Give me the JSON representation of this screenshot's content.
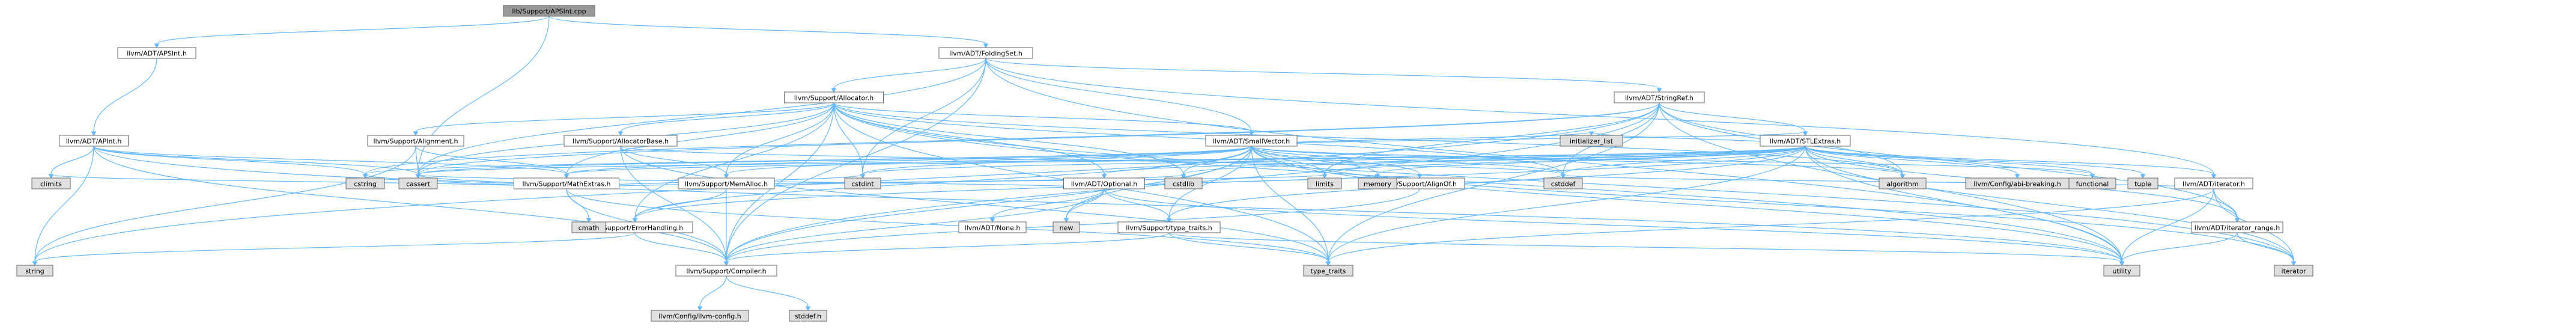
{
  "graph": {
    "colors": {
      "edge": "#63b8ff",
      "root_fill": "#999999",
      "node_fill": "#ffffff",
      "system_fill": "#e0e0e0",
      "node_border": "#666666"
    },
    "nodes": [
      {
        "id": "root",
        "label": "lib/Support/APSInt.cpp",
        "kind": "root"
      },
      {
        "id": "apsint_h",
        "label": "llvm/ADT/APSInt.h",
        "kind": "file"
      },
      {
        "id": "foldingset",
        "label": "llvm/ADT/FoldingSet.h",
        "kind": "file"
      },
      {
        "id": "apint",
        "label": "llvm/ADT/APInt.h",
        "kind": "file"
      },
      {
        "id": "allocator",
        "label": "llvm/Support/Allocator.h",
        "kind": "file"
      },
      {
        "id": "stringref",
        "label": "llvm/ADT/StringRef.h",
        "kind": "file"
      },
      {
        "id": "alignment",
        "label": "llvm/Support/Alignment.h",
        "kind": "file"
      },
      {
        "id": "allocatorbase",
        "label": "llvm/Support/AllocatorBase.h",
        "kind": "file"
      },
      {
        "id": "smallvector",
        "label": "llvm/ADT/SmallVector.h",
        "kind": "file"
      },
      {
        "id": "stlextras",
        "label": "llvm/ADT/STLExtras.h",
        "kind": "file"
      },
      {
        "id": "mathextras",
        "label": "llvm/Support/MathExtras.h",
        "kind": "file"
      },
      {
        "id": "memalloc",
        "label": "llvm/Support/MemAlloc.h",
        "kind": "file"
      },
      {
        "id": "optional",
        "label": "llvm/ADT/Optional.h",
        "kind": "file"
      },
      {
        "id": "alignof",
        "label": "llvm/Support/AlignOf.h",
        "kind": "file"
      },
      {
        "id": "iterator",
        "label": "llvm/ADT/iterator.h",
        "kind": "file"
      },
      {
        "id": "none",
        "label": "llvm/ADT/None.h",
        "kind": "file"
      },
      {
        "id": "typetraits",
        "label": "llvm/Support/type_traits.h",
        "kind": "file"
      },
      {
        "id": "errorhandling",
        "label": "llvm/Support/ErrorHandling.h",
        "kind": "file"
      },
      {
        "id": "iterator_range",
        "label": "llvm/ADT/iterator_range.h",
        "kind": "file"
      },
      {
        "id": "compiler",
        "label": "llvm/Support/Compiler.h",
        "kind": "file"
      },
      {
        "id": "llvmconfig",
        "label": "llvm/Config/llvm-config.h",
        "kind": "system"
      },
      {
        "id": "stddef_h",
        "label": "stddef.h",
        "kind": "system"
      },
      {
        "id": "abibreaking",
        "label": "llvm/Config/abi-breaking.h",
        "kind": "system"
      },
      {
        "id": "climits",
        "label": "climits",
        "kind": "system"
      },
      {
        "id": "cstring",
        "label": "cstring",
        "kind": "system"
      },
      {
        "id": "cassert",
        "label": "cassert",
        "kind": "system"
      },
      {
        "id": "cmath",
        "label": "cmath",
        "kind": "system"
      },
      {
        "id": "cstdint",
        "label": "cstdint",
        "kind": "system"
      },
      {
        "id": "new",
        "label": "new",
        "kind": "system"
      },
      {
        "id": "cstdlib",
        "label": "cstdlib",
        "kind": "system"
      },
      {
        "id": "limits",
        "label": "limits",
        "kind": "system"
      },
      {
        "id": "memory",
        "label": "memory",
        "kind": "system"
      },
      {
        "id": "initializer_list",
        "label": "initializer_list",
        "kind": "system"
      },
      {
        "id": "cstddef",
        "label": "cstddef",
        "kind": "system"
      },
      {
        "id": "functional",
        "label": "functional",
        "kind": "system"
      },
      {
        "id": "tuple",
        "label": "tuple",
        "kind": "system"
      },
      {
        "id": "algorithm",
        "label": "algorithm",
        "kind": "system"
      },
      {
        "id": "string",
        "label": "string",
        "kind": "system"
      },
      {
        "id": "type_traits",
        "label": "type_traits",
        "kind": "system"
      },
      {
        "id": "utility",
        "label": "utility",
        "kind": "system"
      },
      {
        "id": "iterator_std",
        "label": "iterator",
        "kind": "system"
      }
    ],
    "edges": [
      [
        "root",
        "apsint_h"
      ],
      [
        "root",
        "foldingset"
      ],
      [
        "root",
        "cassert"
      ],
      [
        "apsint_h",
        "apint"
      ],
      [
        "apint",
        "mathextras"
      ],
      [
        "apint",
        "cassert"
      ],
      [
        "apint",
        "climits"
      ],
      [
        "apint",
        "cstring"
      ],
      [
        "apint",
        "string"
      ],
      [
        "apint",
        "utility"
      ],
      [
        "apint",
        "compiler"
      ],
      [
        "foldingset",
        "allocator"
      ],
      [
        "foldingset",
        "smallvector"
      ],
      [
        "foldingset",
        "stringref"
      ],
      [
        "foldingset",
        "iterator"
      ],
      [
        "foldingset",
        "cassert"
      ],
      [
        "foldingset",
        "cstdint"
      ],
      [
        "foldingset",
        "utility"
      ],
      [
        "foldingset",
        "compiler"
      ],
      [
        "allocator",
        "alignment"
      ],
      [
        "allocator",
        "allocatorbase"
      ],
      [
        "allocator",
        "smallvector"
      ],
      [
        "allocator",
        "compiler"
      ],
      [
        "allocator",
        "mathextras"
      ],
      [
        "allocator",
        "memalloc"
      ],
      [
        "allocator",
        "optional"
      ],
      [
        "allocator",
        "algorithm"
      ],
      [
        "allocator",
        "cassert"
      ],
      [
        "allocator",
        "cstddef"
      ],
      [
        "allocator",
        "cstdint"
      ],
      [
        "allocator",
        "iterator_std"
      ],
      [
        "allocator",
        "type_traits"
      ],
      [
        "allocator",
        "utility"
      ],
      [
        "allocator",
        "errorhandling"
      ],
      [
        "allocator",
        "cstdlib"
      ],
      [
        "alignment",
        "mathextras"
      ],
      [
        "alignment",
        "cassert"
      ],
      [
        "alignment",
        "string"
      ],
      [
        "allocatorbase",
        "compiler"
      ],
      [
        "allocatorbase",
        "memalloc"
      ],
      [
        "allocatorbase",
        "cstddef"
      ],
      [
        "allocatorbase",
        "type_traits"
      ],
      [
        "smallvector",
        "compiler"
      ],
      [
        "smallvector",
        "memalloc"
      ],
      [
        "smallvector",
        "typetraits"
      ],
      [
        "smallvector",
        "errorhandling"
      ],
      [
        "smallvector",
        "mathextras"
      ],
      [
        "smallvector",
        "algorithm"
      ],
      [
        "smallvector",
        "cassert"
      ],
      [
        "smallvector",
        "cstddef"
      ],
      [
        "smallvector",
        "cstdlib"
      ],
      [
        "smallvector",
        "cstring"
      ],
      [
        "smallvector",
        "functional"
      ],
      [
        "smallvector",
        "initializer_list"
      ],
      [
        "smallvector",
        "iterator_std"
      ],
      [
        "smallvector",
        "limits"
      ],
      [
        "smallvector",
        "memory"
      ],
      [
        "smallvector",
        "new"
      ],
      [
        "smallvector",
        "type_traits"
      ],
      [
        "smallvector",
        "utility"
      ],
      [
        "smallvector",
        "alignof"
      ],
      [
        "smallvector",
        "stlextras"
      ],
      [
        "smallvector",
        "cstdint"
      ],
      [
        "stringref",
        "stlextras"
      ],
      [
        "stringref",
        "iterator_range"
      ],
      [
        "stringref",
        "compiler"
      ],
      [
        "stringref",
        "algorithm"
      ],
      [
        "stringref",
        "cassert"
      ],
      [
        "stringref",
        "cstddef"
      ],
      [
        "stringref",
        "cstring"
      ],
      [
        "stringref",
        "limits"
      ],
      [
        "stringref",
        "string"
      ],
      [
        "stringref",
        "type_traits"
      ],
      [
        "stringref",
        "utility"
      ],
      [
        "stlextras",
        "optional"
      ],
      [
        "stlextras",
        "iterator"
      ],
      [
        "stlextras",
        "iterator_range"
      ],
      [
        "stlextras",
        "abibreaking"
      ],
      [
        "stlextras",
        "errorhandling"
      ],
      [
        "stlextras",
        "algorithm"
      ],
      [
        "stlextras",
        "cassert"
      ],
      [
        "stlextras",
        "cstddef"
      ],
      [
        "stlextras",
        "cstdint"
      ],
      [
        "stlextras",
        "cstdlib"
      ],
      [
        "stlextras",
        "functional"
      ],
      [
        "stlextras",
        "initializer_list"
      ],
      [
        "stlextras",
        "iterator_std"
      ],
      [
        "stlextras",
        "limits"
      ],
      [
        "stlextras",
        "memory"
      ],
      [
        "stlextras",
        "tuple"
      ],
      [
        "stlextras",
        "type_traits"
      ],
      [
        "stlextras",
        "utility"
      ],
      [
        "stlextras",
        "mathextras"
      ],
      [
        "stlextras",
        "typetraits"
      ],
      [
        "mathextras",
        "compiler"
      ],
      [
        "mathextras",
        "cassert"
      ],
      [
        "mathextras",
        "climits"
      ],
      [
        "mathextras",
        "cmath"
      ],
      [
        "mathextras",
        "cstdint"
      ],
      [
        "mathextras",
        "cstring"
      ],
      [
        "mathextras",
        "limits"
      ],
      [
        "mathextras",
        "type_traits"
      ],
      [
        "memalloc",
        "compiler"
      ],
      [
        "memalloc",
        "errorhandling"
      ],
      [
        "memalloc",
        "cstdlib"
      ],
      [
        "errorhandling",
        "compiler"
      ],
      [
        "errorhandling",
        "string"
      ],
      [
        "optional",
        "none"
      ],
      [
        "optional",
        "compiler"
      ],
      [
        "optional",
        "typetraits"
      ],
      [
        "optional",
        "cassert"
      ],
      [
        "optional",
        "memory"
      ],
      [
        "optional",
        "new"
      ],
      [
        "optional",
        "utility"
      ],
      [
        "alignof",
        "cstddef"
      ],
      [
        "alignof",
        "compiler"
      ],
      [
        "typetraits",
        "compiler"
      ],
      [
        "typetraits",
        "type_traits"
      ],
      [
        "typetraits",
        "utility"
      ],
      [
        "iterator",
        "iterator_range"
      ],
      [
        "iterator",
        "cstddef"
      ],
      [
        "iterator",
        "iterator_std"
      ],
      [
        "iterator",
        "type_traits"
      ],
      [
        "iterator",
        "utility"
      ],
      [
        "iterator_range",
        "utility"
      ],
      [
        "iterator_range",
        "iterator_std"
      ],
      [
        "compiler",
        "llvmconfig"
      ],
      [
        "compiler",
        "stddef_h"
      ]
    ]
  }
}
